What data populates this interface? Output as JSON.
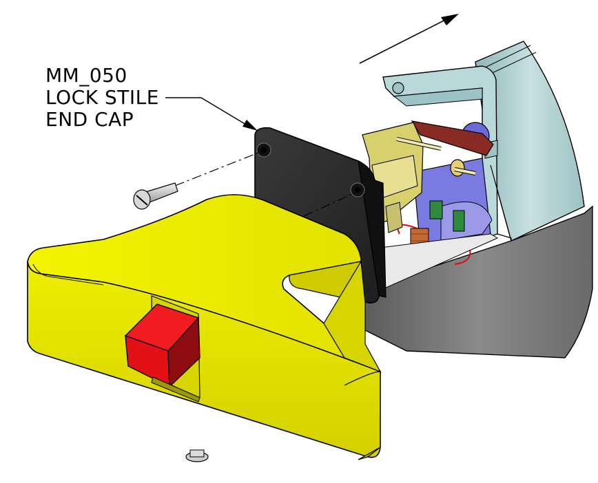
{
  "callout": {
    "part_number": "MM_050",
    "line2": "LOCK STILE",
    "line3": "END CAP"
  },
  "colors": {
    "housing": "#e6e600",
    "housing_shadow": "#b0ad00",
    "button": "#e8101a",
    "button_dark": "#8c0a0e",
    "end_cap": "#2e2e2e",
    "extrusion": "#a7c9cb",
    "extrusion_base": "#707070",
    "frame": "#d8d070",
    "electronics": "#6a6ad8",
    "bracket": "#7a2a20",
    "connector": "#2c8a3a",
    "screw": "#cfcfcf"
  }
}
